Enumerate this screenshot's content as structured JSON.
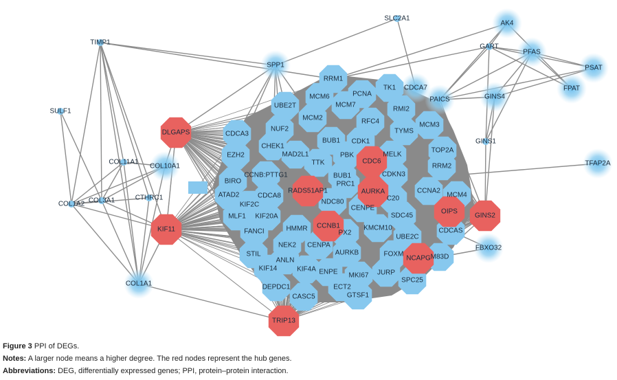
{
  "figure": {
    "title_label": "Figure 3",
    "title_text": "PPI of DEGs.",
    "notes_label": "Notes:",
    "notes_text": "A larger node means a higher degree. The red nodes represent the hub genes.",
    "abbrev_label": "Abbreviations:",
    "abbrev_text": "DEG, differentially expressed genes; PPI, protein–protein interaction."
  },
  "colors": {
    "node": "#87c8ee",
    "hub": "#e8625f",
    "edge": "#8c8c8c"
  },
  "nodes": [
    {
      "label": "SLC2A1",
      "kind": "tiny"
    },
    {
      "label": "AK4",
      "kind": "glow"
    },
    {
      "label": "GART",
      "kind": "tiny"
    },
    {
      "label": "PFAS",
      "kind": "glow"
    },
    {
      "label": "PSAT",
      "kind": "glow"
    },
    {
      "label": "FPAT",
      "kind": "glow"
    },
    {
      "label": "GINS4",
      "kind": "glow"
    },
    {
      "label": "PAICS",
      "kind": "glow"
    },
    {
      "label": "CDCA7",
      "kind": "glow"
    },
    {
      "label": "TIMP1",
      "kind": "tiny"
    },
    {
      "label": "SPP1",
      "kind": "glow"
    },
    {
      "label": "SULF1",
      "kind": "tiny"
    },
    {
      "label": "COL11A1",
      "kind": "tiny"
    },
    {
      "label": "COL10A1",
      "kind": "glow"
    },
    {
      "label": "COL1A2",
      "kind": "tiny"
    },
    {
      "label": "COL3A1",
      "kind": "tiny"
    },
    {
      "label": "CTHRC1",
      "kind": "tiny"
    },
    {
      "label": "COL1A1",
      "kind": "glow"
    },
    {
      "label": "TFAP2A",
      "kind": "glow"
    },
    {
      "label": "FBXO32",
      "kind": "glow"
    },
    {
      "label": "GINS1",
      "kind": "tiny"
    },
    {
      "label": "DLGAPS",
      "kind": "hub"
    },
    {
      "label": "KIF11",
      "kind": "hub"
    },
    {
      "label": "TRIP13",
      "kind": "hub"
    },
    {
      "label": "CDC6",
      "kind": "hub"
    },
    {
      "label": "AURKA",
      "kind": "hub"
    },
    {
      "label": "RADS51AP1",
      "kind": "hub"
    },
    {
      "label": "CCNB1",
      "kind": "hub"
    },
    {
      "label": "OIPS",
      "kind": "hub"
    },
    {
      "label": "GINS2",
      "kind": "hub"
    },
    {
      "label": "NCAPG",
      "kind": "hub"
    },
    {
      "label": "RRM1",
      "kind": "core"
    },
    {
      "label": "PCNA",
      "kind": "core"
    },
    {
      "label": "TK1",
      "kind": "core"
    },
    {
      "label": "MCM6",
      "kind": "core"
    },
    {
      "label": "MCM7",
      "kind": "core"
    },
    {
      "label": "UBE2T",
      "kind": "core"
    },
    {
      "label": "MCM2",
      "kind": "core"
    },
    {
      "label": "RMI2",
      "kind": "core"
    },
    {
      "label": "RFC4",
      "kind": "core"
    },
    {
      "label": "MCM3",
      "kind": "core"
    },
    {
      "label": "TYMS",
      "kind": "core"
    },
    {
      "label": "NUF2",
      "kind": "core"
    },
    {
      "label": "CDCA3",
      "kind": "core"
    },
    {
      "label": "CHEK1",
      "kind": "core"
    },
    {
      "label": "BUB1",
      "kind": "core"
    },
    {
      "label": "CDK1",
      "kind": "core"
    },
    {
      "label": "MELK",
      "kind": "core"
    },
    {
      "label": "TOP2A",
      "kind": "core"
    },
    {
      "label": "EZH2",
      "kind": "core"
    },
    {
      "label": "MAD2L1",
      "kind": "core"
    },
    {
      "label": "PBK",
      "kind": "core"
    },
    {
      "label": "TTK",
      "kind": "core"
    },
    {
      "label": "RRM2",
      "kind": "core"
    },
    {
      "label": "BIRO",
      "kind": "core"
    },
    {
      "label": "CCNB:PTTG1",
      "kind": "core"
    },
    {
      "label": "BUB1 ",
      "kind": "core"
    },
    {
      "label": "CDKN3",
      "kind": "core"
    },
    {
      "label": "PRC1",
      "kind": "core"
    },
    {
      "label": "CCNA2",
      "kind": "core"
    },
    {
      "label": "MCM4",
      "kind": "core"
    },
    {
      "label": "ATAD2",
      "kind": "core"
    },
    {
      "label": "CDCA8",
      "kind": "core"
    },
    {
      "label": "C20",
      "kind": "core"
    },
    {
      "label": "KIF2C",
      "kind": "core"
    },
    {
      "label": "NDC80",
      "kind": "core"
    },
    {
      "label": "CENPE",
      "kind": "core"
    },
    {
      "label": "SDC45",
      "kind": "core"
    },
    {
      "label": "MLF1",
      "kind": "core"
    },
    {
      "label": "KIF20A",
      "kind": "core"
    },
    {
      "label": "HMMR",
      "kind": "core"
    },
    {
      "label": "KMCM10",
      "kind": "core"
    },
    {
      "label": "CDCAS",
      "kind": "core"
    },
    {
      "label": "FANCI",
      "kind": "core"
    },
    {
      "label": "PX2",
      "kind": "core"
    },
    {
      "label": "UBE2C",
      "kind": "core"
    },
    {
      "label": "NEK2",
      "kind": "core"
    },
    {
      "label": "CENPA",
      "kind": "core"
    },
    {
      "label": "AURKB",
      "kind": "core"
    },
    {
      "label": "FOXM",
      "kind": "core"
    },
    {
      "label": "M83D",
      "kind": "core"
    },
    {
      "label": "STIL",
      "kind": "core"
    },
    {
      "label": "ANLN",
      "kind": "core"
    },
    {
      "label": "KIF14",
      "kind": "core"
    },
    {
      "label": "KIF4A",
      "kind": "core"
    },
    {
      "label": "ENPE",
      "kind": "core"
    },
    {
      "label": "MKI67",
      "kind": "core"
    },
    {
      "label": "JURP",
      "kind": "core"
    },
    {
      "label": "SPC25",
      "kind": "core"
    },
    {
      "label": "DEPDC1",
      "kind": "core"
    },
    {
      "label": "ECT2",
      "kind": "core"
    },
    {
      "label": "CASC5",
      "kind": "core"
    },
    {
      "label": "GTSF1",
      "kind": "core"
    }
  ],
  "edges": [
    [
      "TIMP1",
      "COL1A2"
    ],
    [
      "TIMP1",
      "COL3A1"
    ],
    [
      "TIMP1",
      "COL1A1"
    ],
    [
      "TIMP1",
      "CTHRC1"
    ],
    [
      "TIMP1",
      "COL11A1"
    ],
    [
      "TIMP1",
      "KIF11"
    ],
    [
      "TIMP1",
      "SPP1"
    ],
    [
      "TIMP1",
      "RRM1"
    ],
    [
      "SULF1",
      "COL1A2"
    ],
    [
      "SULF1",
      "COL3A1"
    ],
    [
      "COL1A2",
      "COL11A1"
    ],
    [
      "COL1A2",
      "COL10A1"
    ],
    [
      "COL1A2",
      "COL3A1"
    ],
    [
      "COL1A2",
      "COL1A1"
    ],
    [
      "COL1A2",
      "CTHRC1"
    ],
    [
      "COL3A1",
      "COL1A1"
    ],
    [
      "COL3A1",
      "COL11A1"
    ],
    [
      "COL3A1",
      "COL10A1"
    ],
    [
      "COL11A1",
      "COL10A1"
    ],
    [
      "COL11A1",
      "COL1A1"
    ],
    [
      "COL10A1",
      "COL1A1"
    ],
    [
      "CTHRC1",
      "COL1A1"
    ],
    [
      "KIF11",
      "COL1A1"
    ],
    [
      "KIF11",
      "COL1A2"
    ],
    [
      "KIF11",
      "COL3A1"
    ],
    [
      "DLGAPS",
      "KIF11"
    ],
    [
      "DLGAPS",
      "SPP1"
    ],
    [
      "DLGAPS",
      "COL10A1"
    ],
    [
      "SLC2A1",
      "CDCA7"
    ],
    [
      "SLC2A1",
      "SPP1"
    ],
    [
      "GART",
      "AK4"
    ],
    [
      "GART",
      "PFAS"
    ],
    [
      "GART",
      "PSAT"
    ],
    [
      "PFAS",
      "PSAT"
    ],
    [
      "PFAS",
      "FPAT"
    ],
    [
      "AK4",
      "FPAT"
    ],
    [
      "GART",
      "FPAT"
    ],
    [
      "AK4",
      "PAICS"
    ],
    [
      "GINS4",
      "PFAS"
    ],
    [
      "GINS4",
      "PSAT"
    ],
    [
      "PAICS",
      "GINS4"
    ],
    [
      "GART",
      "RRM1"
    ],
    [
      "AK4",
      "RRM1"
    ],
    [
      "GART",
      "GINS1"
    ],
    [
      "GINS4",
      "GINS1"
    ],
    [
      "PFAS",
      "GINS1"
    ],
    [
      "GINS1",
      "GINS2"
    ],
    [
      "GINS4",
      "GINS2"
    ],
    [
      "TFAP2A",
      "PRC1"
    ],
    [
      "FBXO32",
      "CDCAS"
    ],
    [
      "FBXO32",
      "M83D"
    ],
    [
      "PAICS",
      "GINS2"
    ],
    [
      "PFAS",
      "PAICS"
    ],
    [
      "SPP1",
      "UBE2T"
    ],
    [
      "SPP1",
      "CHEK1"
    ],
    [
      "SPP1",
      "CDCA3"
    ],
    [
      "SPP1",
      "MCM2"
    ],
    [
      "SPP1",
      "EZH2"
    ],
    [
      "SPP1",
      "NUF2"
    ],
    [
      "TRIP13",
      "COL1A1"
    ],
    [
      "GART",
      "PAICS"
    ],
    [
      "PSAT",
      "PAICS"
    ]
  ]
}
